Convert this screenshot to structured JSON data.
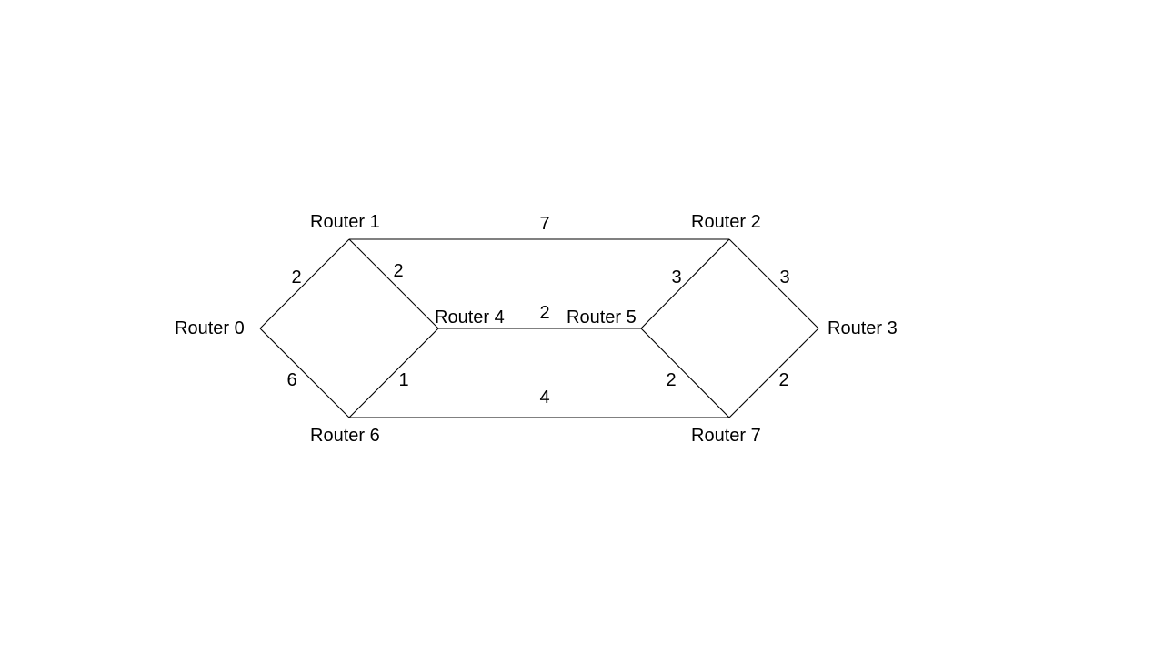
{
  "routers": [
    {
      "id": "r0",
      "label": "Router 0"
    },
    {
      "id": "r1",
      "label": "Router 1"
    },
    {
      "id": "r2",
      "label": "Router 2"
    },
    {
      "id": "r3",
      "label": "Router 3"
    },
    {
      "id": "r4",
      "label": "Router 4"
    },
    {
      "id": "r5",
      "label": "Router 5"
    },
    {
      "id": "r6",
      "label": "Router 6"
    },
    {
      "id": "r7",
      "label": "Router 7"
    }
  ],
  "links": [
    {
      "from": "r0",
      "to": "r1",
      "weight": "2"
    },
    {
      "from": "r0",
      "to": "r6",
      "weight": "6"
    },
    {
      "from": "r1",
      "to": "r4",
      "weight": "2"
    },
    {
      "from": "r6",
      "to": "r4",
      "weight": "1"
    },
    {
      "from": "r1",
      "to": "r2",
      "weight": "7"
    },
    {
      "from": "r4",
      "to": "r5",
      "weight": "2"
    },
    {
      "from": "r6",
      "to": "r7",
      "weight": "4"
    },
    {
      "from": "r5",
      "to": "r2",
      "weight": "3"
    },
    {
      "from": "r5",
      "to": "r7",
      "weight": "2"
    },
    {
      "from": "r2",
      "to": "r3",
      "weight": "3"
    },
    {
      "from": "r7",
      "to": "r3",
      "weight": "2"
    }
  ]
}
